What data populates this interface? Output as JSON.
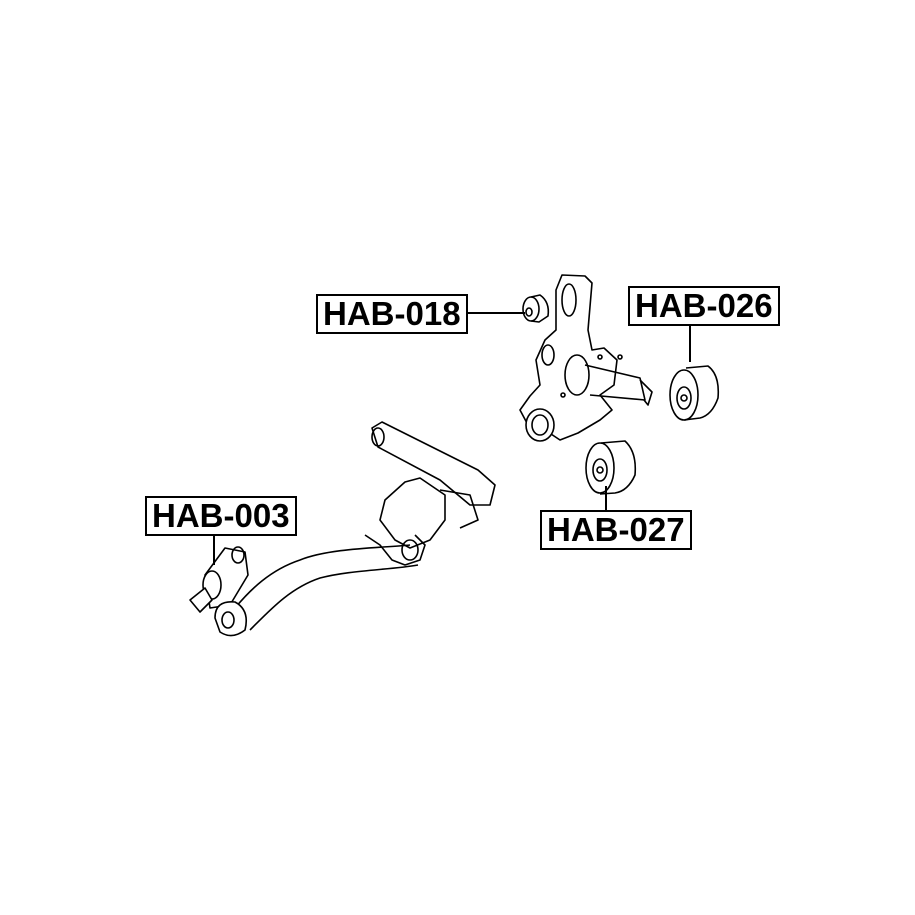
{
  "diagram": {
    "parts": [
      {
        "id": "hab-018",
        "label": "HAB-018"
      },
      {
        "id": "hab-026",
        "label": "HAB-026"
      },
      {
        "id": "hab-003",
        "label": "HAB-003"
      },
      {
        "id": "hab-027",
        "label": "HAB-027"
      }
    ],
    "line_color": "#000000",
    "background": "#ffffff"
  }
}
